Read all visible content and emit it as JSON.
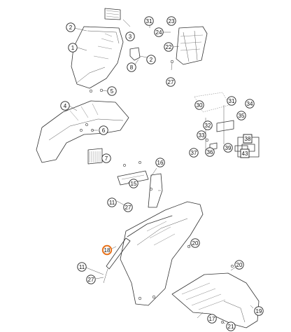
{
  "callouts": [
    {
      "id": "c1",
      "label": "1"
    },
    {
      "id": "c2a",
      "label": "2"
    },
    {
      "id": "c2b",
      "label": "2"
    },
    {
      "id": "c3",
      "label": "3"
    },
    {
      "id": "c4",
      "label": "4"
    },
    {
      "id": "c5",
      "label": "5"
    },
    {
      "id": "c6",
      "label": "6"
    },
    {
      "id": "c7",
      "label": "7"
    },
    {
      "id": "c8",
      "label": "8"
    },
    {
      "id": "c11a",
      "label": "11"
    },
    {
      "id": "c11b",
      "label": "11"
    },
    {
      "id": "c15",
      "label": "15"
    },
    {
      "id": "c16",
      "label": "16"
    },
    {
      "id": "c17",
      "label": "17"
    },
    {
      "id": "c18",
      "label": "18"
    },
    {
      "id": "c19",
      "label": "19"
    },
    {
      "id": "c20a",
      "label": "20"
    },
    {
      "id": "c20b",
      "label": "20"
    },
    {
      "id": "c21",
      "label": "21"
    },
    {
      "id": "c22",
      "label": "22"
    },
    {
      "id": "c23",
      "label": "23"
    },
    {
      "id": "c24",
      "label": "24"
    },
    {
      "id": "c27a",
      "label": "27"
    },
    {
      "id": "c27b",
      "label": "27"
    },
    {
      "id": "c27c",
      "label": "27"
    },
    {
      "id": "c30",
      "label": "30"
    },
    {
      "id": "c31a",
      "label": "31"
    },
    {
      "id": "c31b",
      "label": "31"
    },
    {
      "id": "c32",
      "label": "32"
    },
    {
      "id": "c33",
      "label": "33"
    },
    {
      "id": "c34",
      "label": "34"
    },
    {
      "id": "c35",
      "label": "35"
    },
    {
      "id": "c36",
      "label": "36"
    },
    {
      "id": "c37",
      "label": "37"
    },
    {
      "id": "c38",
      "label": "38"
    },
    {
      "id": "c39",
      "label": "39"
    },
    {
      "id": "c43",
      "label": "43"
    }
  ],
  "highlight_color": "#e8741e"
}
